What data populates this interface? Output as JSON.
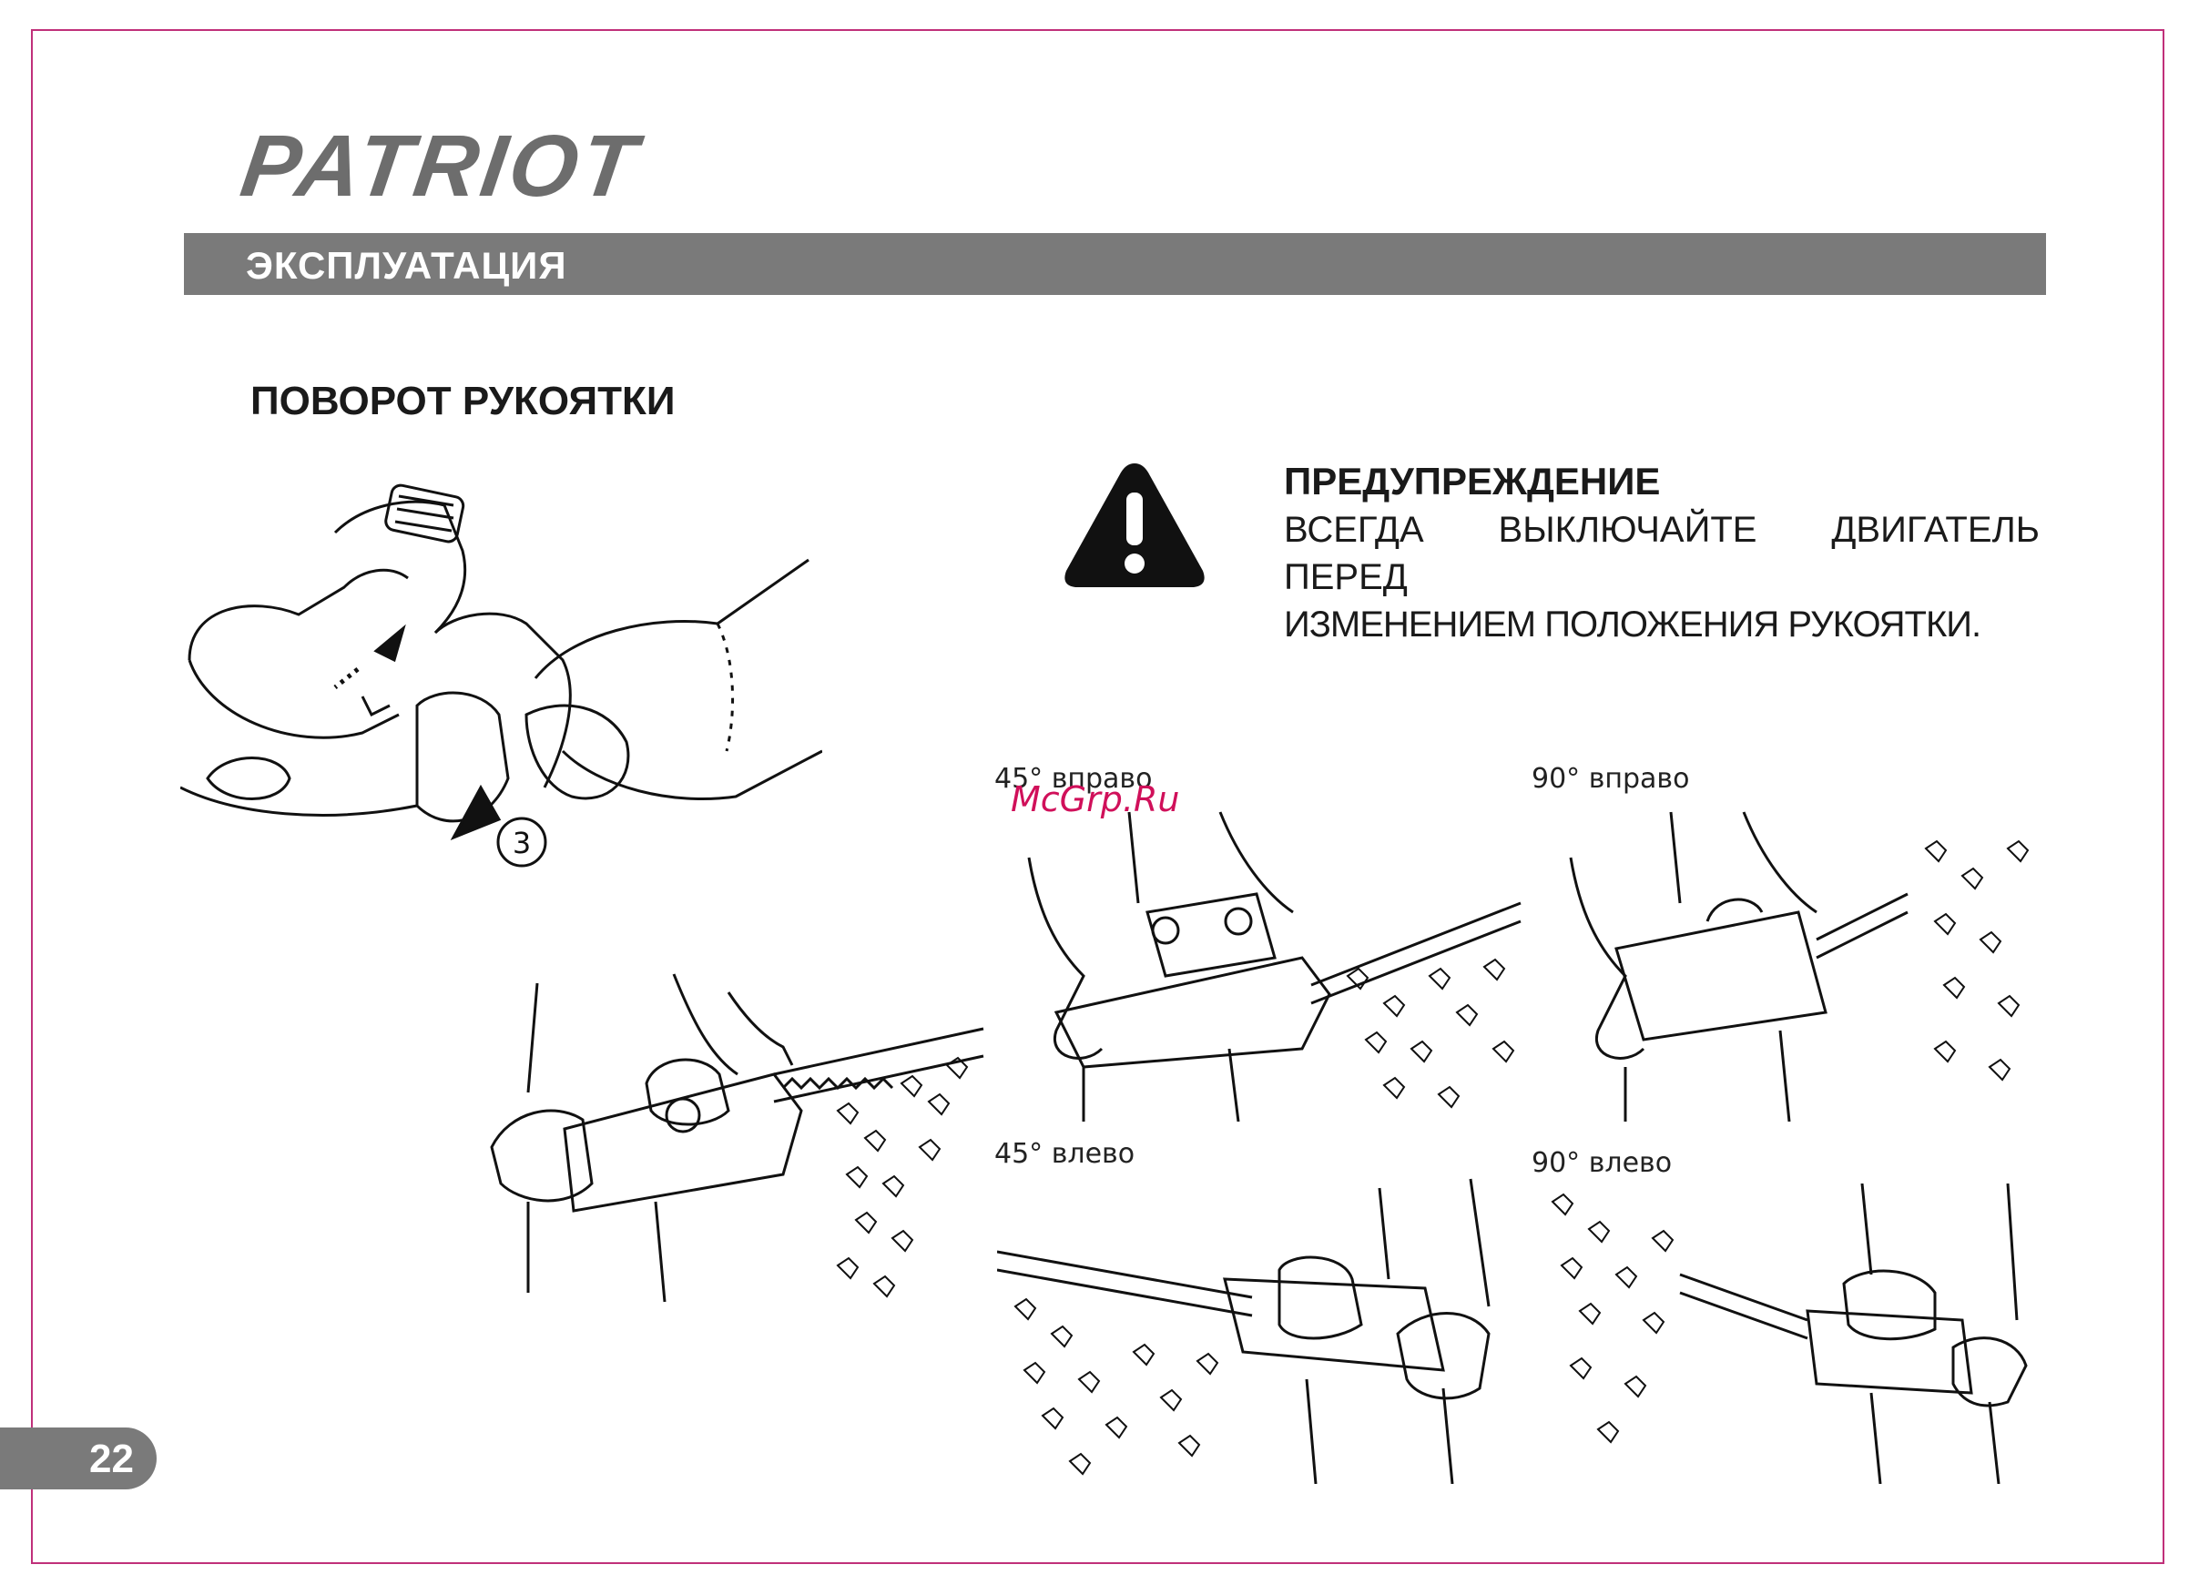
{
  "header": {
    "logo_text": "PATRIOT",
    "section_title": "ЭКСПЛУАТАЦИЯ"
  },
  "content": {
    "subtitle": "ПОВОРОТ РУКОЯТКИ",
    "warning": {
      "title": "ПРЕДУПРЕЖДЕНИЕ",
      "line1": "ВСЕГДА ВЫКЛЮЧАЙТЕ ДВИГАТЕЛЬ ПЕРЕД",
      "line2": "ИЗМЕНЕНИЕМ ПОЛОЖЕНИЯ РУКОЯТКИ."
    },
    "step_marker": "3",
    "positions": {
      "right45": "45° вправо",
      "right90": "90° вправо",
      "left45": "45° влево",
      "left90": "90° влево"
    }
  },
  "watermark": "McGrp.Ru",
  "footer": {
    "page_number": "22"
  },
  "colors": {
    "border": "#c0307a",
    "bar": "#7a7a7a",
    "logo": "#6d6d6d",
    "watermark": "#d0105a"
  },
  "icons": [
    "warning-icon",
    "hand-handle-illustration",
    "hedge-trimmer-illustration"
  ]
}
